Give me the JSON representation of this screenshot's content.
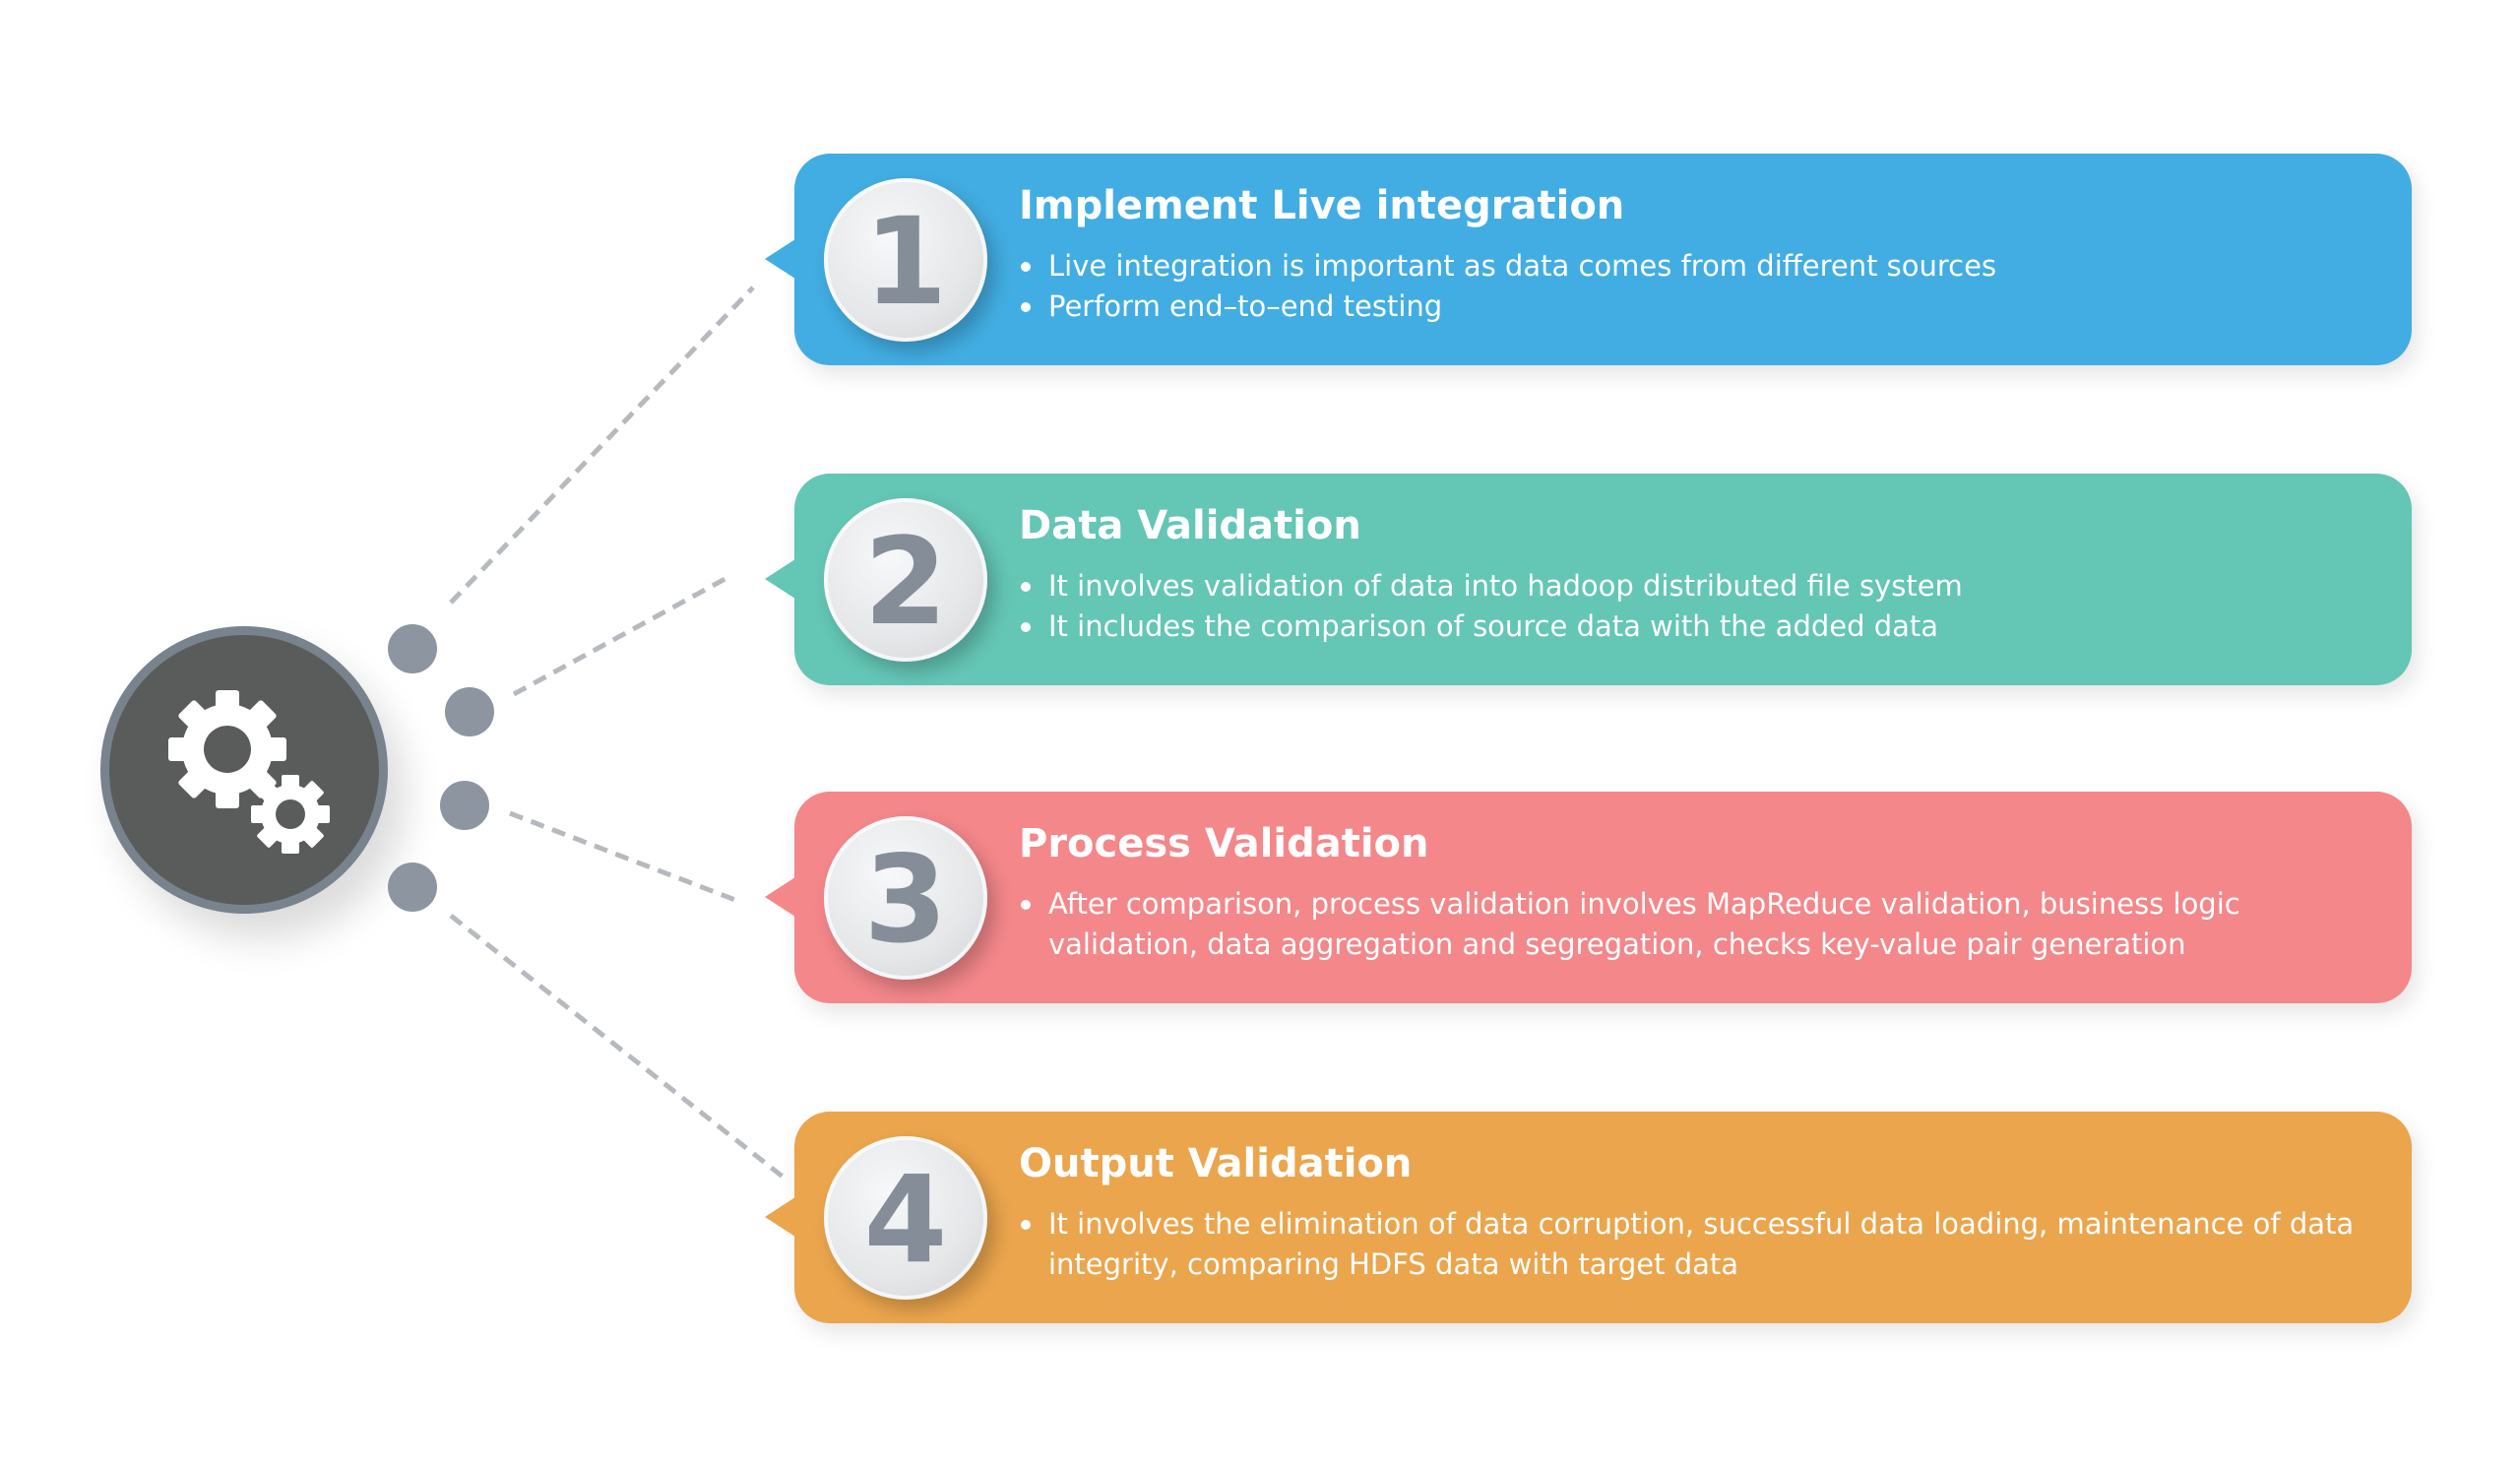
{
  "hub": {
    "icon": "gears-icon"
  },
  "colors": {
    "step1": "#42ade2",
    "step2": "#64c6b5",
    "step3": "#f3878a",
    "step4": "#eba54d",
    "hub": "#5a5c5c",
    "hub_ring": "#79838e",
    "dots": "#8c95a0",
    "number": "#858d99"
  },
  "steps": [
    {
      "number": "1",
      "title": "Implement Live integration",
      "bullets": [
        "Live integration is important as data comes from different sources",
        "Perform end–to–end testing"
      ]
    },
    {
      "number": "2",
      "title": "Data Validation",
      "bullets": [
        "It involves validation of data into hadoop distributed file system",
        "It includes the comparison of source data with the added data"
      ]
    },
    {
      "number": "3",
      "title": "Process Validation",
      "bullets": [
        "After comparison, process validation involves MapReduce validation, business logic validation, data aggregation and segregation, checks key-value pair generation"
      ]
    },
    {
      "number": "4",
      "title": "Output Validation",
      "bullets": [
        "It involves the elimination of data corruption, successful data loading, maintenance of data integrity, comparing HDFS data with target data"
      ]
    }
  ]
}
